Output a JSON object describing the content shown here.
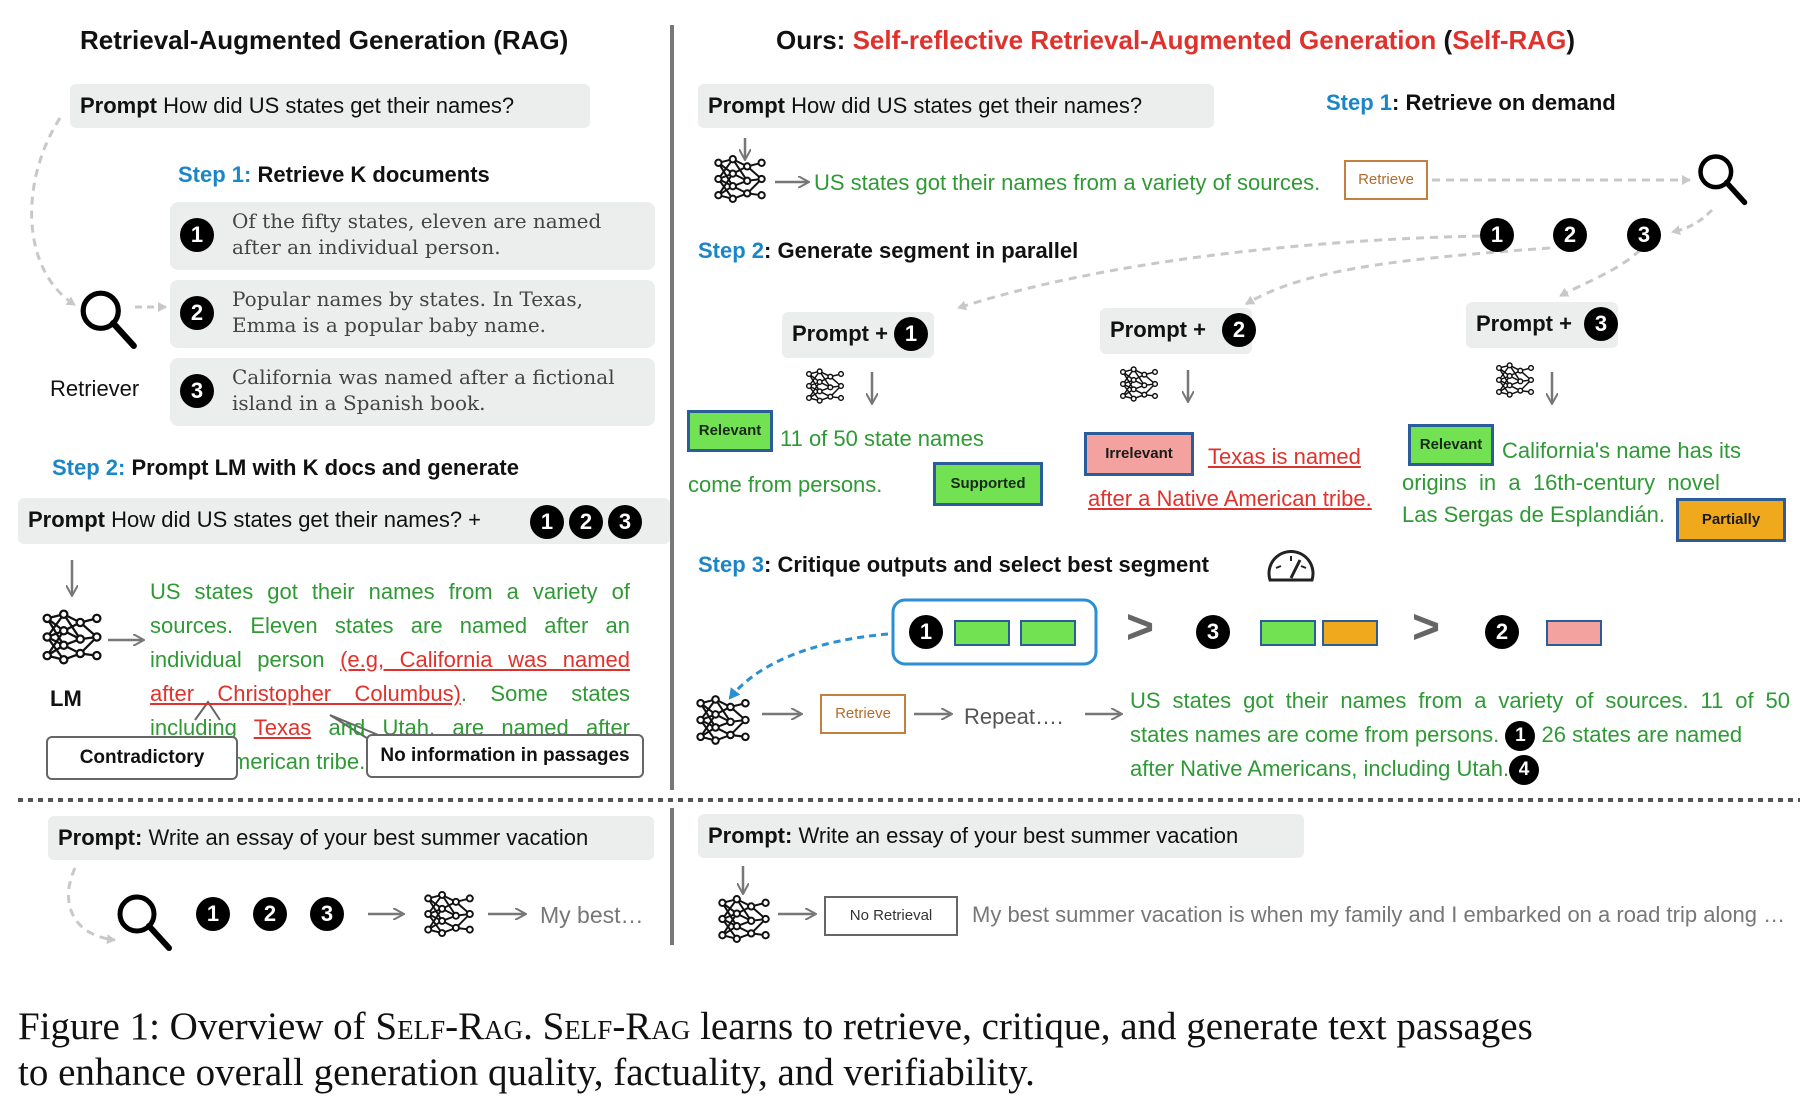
{
  "left": {
    "title": "Retrieval-Augmented Generation (RAG)",
    "prompt_label": "Prompt",
    "prompt_text": "How did US states get their names?",
    "step1": {
      "num": "Step 1:",
      "text": "Retrieve K documents"
    },
    "docs": [
      {
        "num": "1",
        "line1": "Of the fifty states, eleven are named",
        "line2": "after an individual person."
      },
      {
        "num": "2",
        "line1": "Popular names by states. In Texas,",
        "line2": "Emma is a popular baby name."
      },
      {
        "num": "3",
        "line1": "California was named after a fictional",
        "line2": "island in a Spanish book."
      }
    ],
    "retriever_label": "Retriever",
    "step2": {
      "num": "Step 2:",
      "text": "Prompt LM with K docs and generate"
    },
    "prompt2_label": "Prompt",
    "prompt2_text": "How did US states get their names? +",
    "prompt2_nums": [
      "1",
      "2",
      "3"
    ],
    "lm_label": "LM",
    "output": {
      "l1": "US states got their names from a variety of",
      "l2": "sources. Eleven states are named after an",
      "l3a": "individual person ",
      "l3b": "(e.g, California was named",
      "l4a": "after Christopher Columbus)",
      "l4b": ". Some states",
      "l5a": "including ",
      "l5b": "Texas",
      "l5c": " and Utah, are named after",
      "l6": "Native American tribe."
    },
    "callout_contradictory": "Contradictory",
    "callout_noinfo": "No information in passages",
    "bottom_prompt_label": "Prompt:",
    "bottom_prompt_text": "Write an essay of your best summer vacation",
    "bottom_nums": [
      "1",
      "2",
      "3"
    ],
    "bottom_output": "My best…"
  },
  "right": {
    "title_prefix": "Ours: ",
    "title_main": "Self-reflective Retrieval-Augmented Generation",
    "title_open": " (",
    "title_abbr": "Self-RAG",
    "title_close": ")",
    "prompt_label": "Prompt",
    "prompt_text": "How did US states get their names?",
    "step1": {
      "num": "Step 1",
      "text": ": Retrieve on demand"
    },
    "first_output": "US states got their names from a variety of sources.",
    "retrieve_tag": "Retrieve",
    "retrieved_nums": [
      "1",
      "2",
      "3"
    ],
    "step2": {
      "num": "Step 2",
      "text": ": Generate segment in parallel"
    },
    "segments": [
      {
        "prompt": "Prompt +",
        "num": "1",
        "tag": "Relevant",
        "text1": "11 of 50 state names",
        "text2": "come from persons.",
        "tag2": "Supported"
      },
      {
        "prompt": "Prompt +",
        "num": "2",
        "tag": "Irrelevant",
        "text1": "Texas is named",
        "text2": "after a Native American tribe."
      },
      {
        "prompt": "Prompt +",
        "num": "3",
        "tag": "Relevant",
        "text1": "California's name has its",
        "text2": "origins  in  a  16th-century  novel",
        "text3": "Las Sergas de Esplandián.",
        "tag2": "Partially"
      }
    ],
    "step3": {
      "num": "Step 3",
      "text": ": Critique outputs and select best segment"
    },
    "ranking": {
      "first": "1",
      "second": "3",
      "third": "2",
      "gt": ">"
    },
    "retrieve_tag2": "Retrieve",
    "repeat_text": "Repeat….",
    "final": {
      "l1": "US states got their names from a variety of sources. 11 of 50",
      "l2a": "states names are come from persons.",
      "n1": "1",
      "l2b": "26 states are named",
      "l3": "after Native Americans, including Utah.",
      "n2": "4"
    },
    "bottom_prompt_label": "Prompt:",
    "bottom_prompt_text": "Write an essay of your best summer vacation",
    "no_retrieval_tag": "No Retrieval",
    "bottom_output": "My best summer vacation is when my family and I embarked on a road trip along …"
  },
  "caption": {
    "label": "Figure 1: Overview of ",
    "name1": "Self-Rag",
    "mid": ". ",
    "name2": "Self-Rag",
    "line1_rest": " learns to retrieve, critique, and generate text passages",
    "line2": "to enhance overall generation quality, factuality, and verifiability."
  },
  "colors": {
    "green": "#2f9a35",
    "red": "#e0322c",
    "blue": "#1a86c8",
    "relevant": "#73e252",
    "irrelevant": "#f3a2a0",
    "partially": "#f0a91c"
  }
}
